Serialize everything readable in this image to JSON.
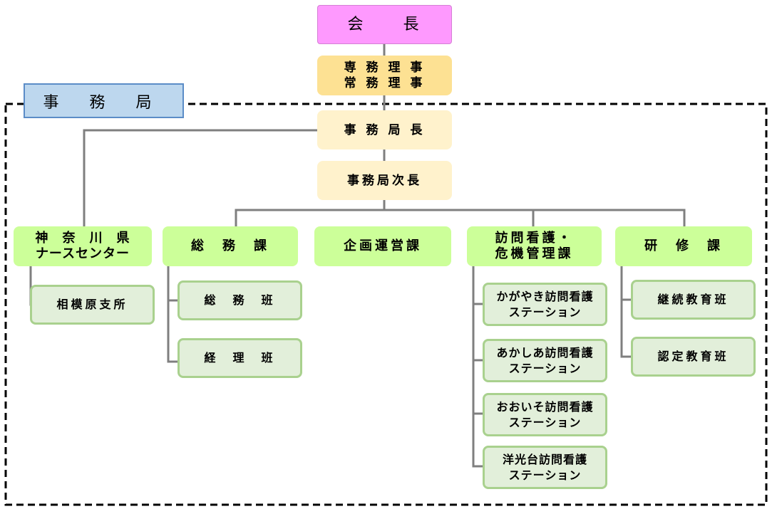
{
  "chairman": "会　　長",
  "directors": "専 務 理 事\n常 務 理 事",
  "bureau_label": "事 務 局",
  "bureau_head": "事 務 局 長",
  "bureau_deputy": "事務局次長",
  "departments": {
    "nurse_center": "神　奈　川　県\nナースセンター",
    "general_affairs": "総　務　課",
    "planning": "企画運営課",
    "home_nursing": "訪問看護・\n危機管理課",
    "training": "研　修　課"
  },
  "units": {
    "sagami_branch": "相模原支所",
    "general_affairs_team": "総　務　班",
    "accounting_team": "経　理　班",
    "kagayaki_station": "かがやき訪問看護\nステーション",
    "akashia_station": "あかしあ訪問看護\nステーション",
    "ooiso_station": "おおいそ訪問看護\nステーション",
    "yokodai_station": "洋光台訪問看護\nステーション",
    "continuing_education_team": "継続教育班",
    "certification_education_team": "認定教育班"
  },
  "colors": {
    "chairman": "#fe99fe",
    "directors": "#fde193",
    "bureau": "#fff2cc",
    "department": "#ccff99",
    "unit": "#e2efda",
    "bureau_label": "#bdd7ee"
  }
}
